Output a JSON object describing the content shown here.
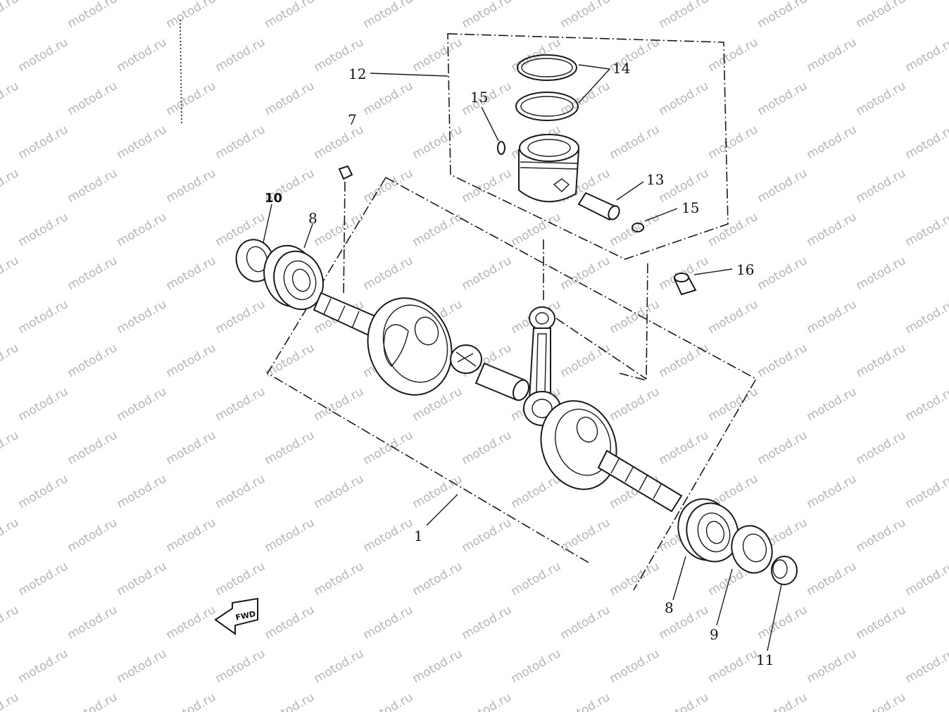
{
  "watermark": {
    "text": "motod.ru"
  },
  "callouts": {
    "c1": "1",
    "c7": "7",
    "c8a": "8",
    "c8b": "8",
    "c9": "9",
    "c10": "10",
    "c11": "11",
    "c12": "12",
    "c13": "13",
    "c14": "14",
    "c15a": "15",
    "c15b": "15",
    "c16": "16"
  },
  "fwd_label": "FWD",
  "colors": {
    "ink": "#1a1a1a",
    "watermark": "#b5b5b5",
    "background": "#ffffff"
  }
}
